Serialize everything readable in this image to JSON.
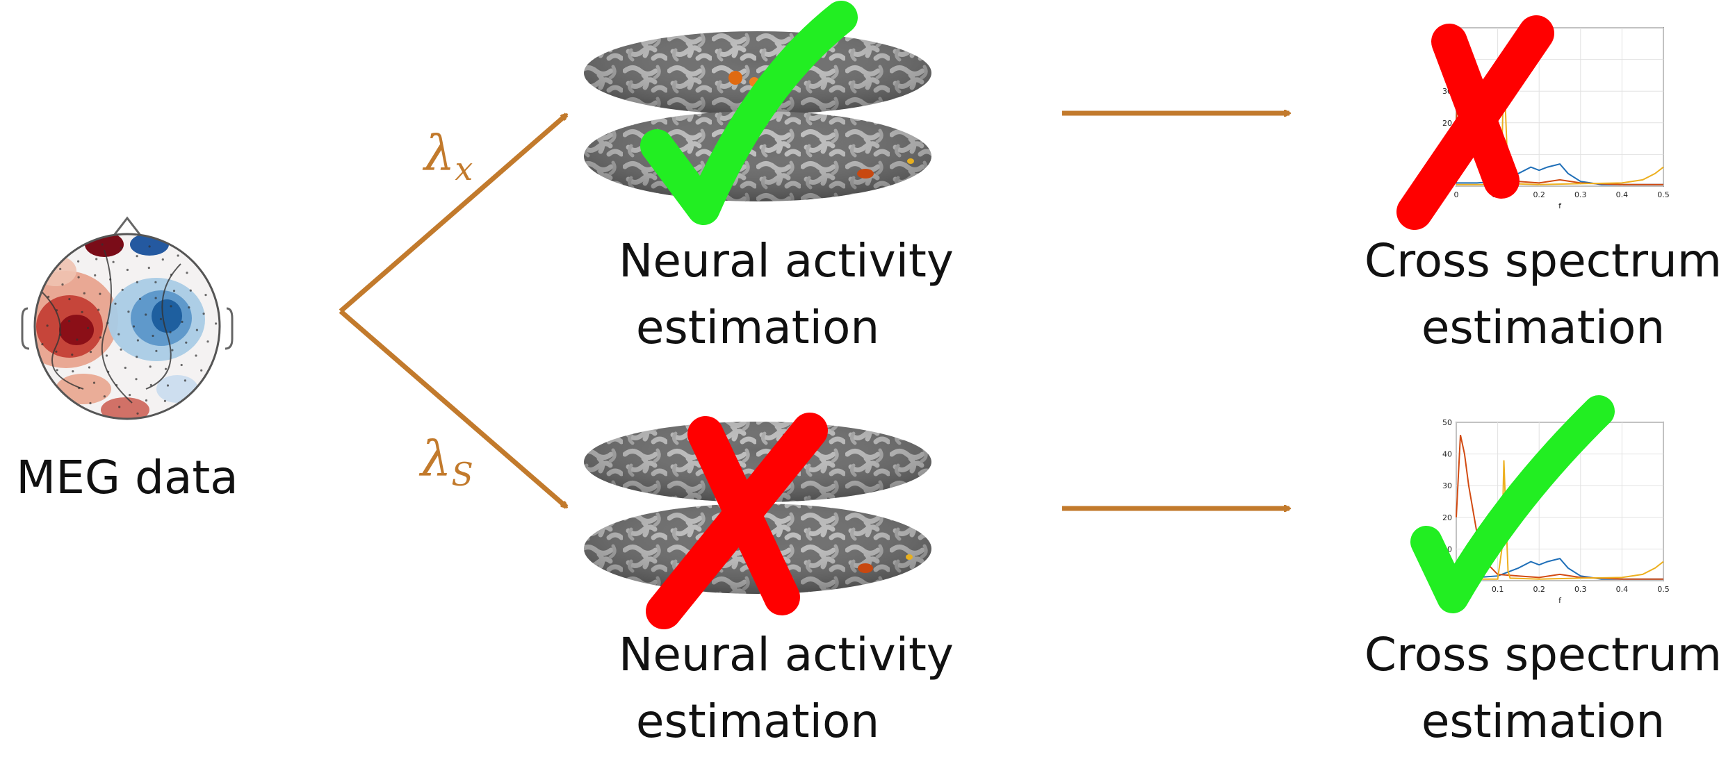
{
  "labels": {
    "meg": "MEG data",
    "neural_line1": "Neural activity",
    "neural_line2": "estimation",
    "cross_line1": "Cross spectrum",
    "cross_line2": "estimation"
  },
  "lambda": {
    "x_symbol": "λ",
    "x_sub": "x",
    "s_symbol": "λ",
    "s_sub": "S"
  },
  "colors": {
    "arrow": "#C27A2C",
    "check": "#22EE22",
    "cross": "#FF0000",
    "series_blue": "#1F6FB8",
    "series_red": "#D24B12",
    "series_yellow": "#EDB020"
  },
  "icons": {
    "top_brain": "green-check-icon",
    "bottom_brain": "red-cross-icon",
    "top_spectrum": "red-cross-icon",
    "bottom_spectrum": "green-check-icon"
  },
  "chart_data": [
    {
      "type": "line",
      "xlabel": "f",
      "ylabel": "",
      "xlim": [
        0,
        0.5
      ],
      "ylim": [
        0,
        50
      ],
      "x_ticks": [
        "0",
        "0.1",
        "0.2",
        "0.3",
        "0.4",
        "0.5"
      ],
      "y_ticks": [
        "0",
        "10",
        "20",
        "30",
        "40",
        "50"
      ],
      "series": [
        {
          "color": "#1F6FB8",
          "x": [
            0,
            0.05,
            0.1,
            0.15,
            0.18,
            0.2,
            0.22,
            0.25,
            0.27,
            0.3,
            0.35,
            0.4,
            0.45,
            0.5
          ],
          "y": [
            1,
            1,
            1.5,
            4,
            6,
            5,
            6,
            7,
            4,
            1.5,
            0.5,
            0.5,
            0.5,
            0.5
          ]
        },
        {
          "color": "#D24B12",
          "x": [
            0,
            0.01,
            0.02,
            0.03,
            0.05,
            0.07,
            0.1,
            0.15,
            0.2,
            0.25,
            0.3,
            0.4,
            0.5
          ],
          "y": [
            20,
            46,
            40,
            30,
            15,
            6,
            2,
            1.5,
            1,
            2,
            1,
            0.5,
            0.5
          ]
        },
        {
          "color": "#EDB020",
          "x": [
            0,
            0.1,
            0.11,
            0.115,
            0.12,
            0.125,
            0.13,
            0.2,
            0.3,
            0.4,
            0.45,
            0.48,
            0.5
          ],
          "y": [
            0.5,
            0.5,
            10,
            38,
            20,
            3,
            0.8,
            0.5,
            0.8,
            1,
            2,
            4,
            6
          ]
        }
      ]
    }
  ]
}
